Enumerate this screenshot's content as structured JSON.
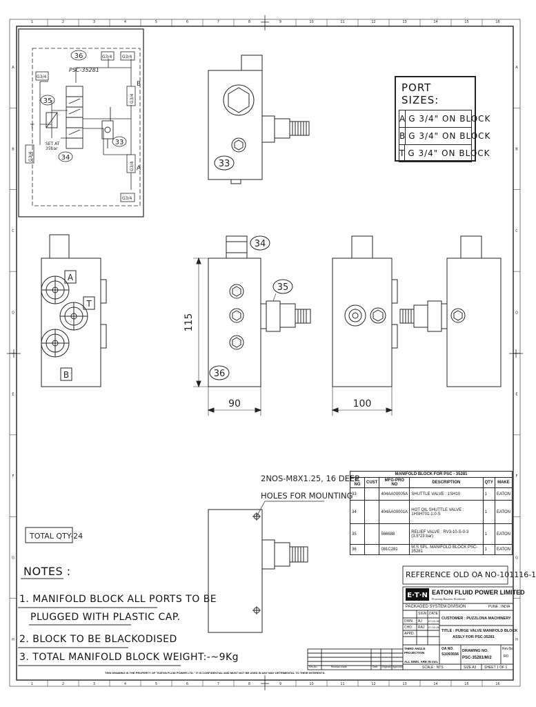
{
  "schematic": {
    "ref_label": "36",
    "psc_label": "PSC-35281",
    "port_size_labels": [
      "G3/4",
      "G3/4",
      "G3/4",
      "G3/4",
      "G3/4",
      "G3/4",
      "G3/4"
    ],
    "port_letters": {
      "b": "B",
      "a": "A",
      "t": "T"
    },
    "item_labels": {
      "relief": "35",
      "shuttle_hot": "34",
      "shuttle": "33"
    },
    "set_at_line1": "SET AT",
    "set_at_line2": "35bar"
  },
  "port_sizes": {
    "title": "PORT SIZES:",
    "rows": [
      {
        "port": "A",
        "value": "G 3/4\" ON BLOCK"
      },
      {
        "port": "B",
        "value": "G 3/4\" ON BLOCK"
      },
      {
        "port": "T",
        "value": "G 3/4\" ON BLOCK"
      }
    ]
  },
  "views": {
    "left_ports": {
      "a": "A",
      "t": "T",
      "b": "B"
    },
    "balloons": {
      "top_view": "33",
      "front_34": "34",
      "front_35": "35",
      "front_36": "36"
    },
    "dimensions": {
      "height": "115",
      "width_front": "90",
      "width_side": "100"
    },
    "mounting_note_line1": "2NOS-M8X1.25, 16 DEEP",
    "mounting_note_line2": "HOLES FOR MOUNTING"
  },
  "bom": {
    "caption": "MANIFOLD BLOCK FOR PSC - 35281",
    "headers": [
      "SL NO",
      "CUST",
      "MFG-PRO NO",
      "DESCRIPTION",
      "QTY",
      "MAKE"
    ],
    "rows": [
      {
        "sl": "33",
        "cust": "",
        "mfg": "404AA00005A",
        "desc": "SHUTTLE VALVE : 1SH10",
        "qty": "1",
        "make": "EATON"
      },
      {
        "sl": "34",
        "cust": "",
        "mfg": "404AA00001A",
        "desc": "HOT OIL SHUTTLE VALVE : 1HSH701-1.0-S",
        "qty": "1",
        "make": "EATON"
      },
      {
        "sl": "35",
        "cust": "",
        "mfg": "566688",
        "desc": "RELIEF VALVE : RV3-10-S-0-3  (3.5*23 bar)",
        "qty": "1",
        "make": "EATON"
      },
      {
        "sl": "36",
        "cust": "",
        "mfg": "081C281",
        "desc": "M.S SPL. MANIFOLD BLOCK  PSC-35281",
        "qty": "1",
        "make": "EATON"
      }
    ]
  },
  "total_qty": "TOTAL QTY-24",
  "notes": {
    "title": "NOTES :",
    "items": [
      "1. MANIFOLD BLOCK ALL PORTS TO BE",
      "PLUGGED WITH PLASTIC CAP.",
      "2. BLOCK TO BE BLACKODISED",
      "3. TOTAL MANIFOLD BLOCK WEIGHT:-~9Kg"
    ]
  },
  "title_block": {
    "reference": "REFERENCE OLD OA NO-101116-1",
    "logo": "E·T·N",
    "company": "EATON FLUID POWER LIMITED",
    "tagline": "Powering Business Worldwide",
    "division": "PACKAGED SYSTEM DIVISION",
    "city": "PUNE , INDIA",
    "customer": "CUSTOMER : PUZZLONA MACHINERY",
    "title_line1": "TITLE : PURGE VALVE MANIFOLD BLOCK",
    "title_line2": "ASSLY FOR PSC-35281",
    "drawing_no_label": "DRAWING NO.",
    "drawing_no": "PSC-35281/M/2",
    "oa_label": "OA NO.",
    "oa_no": "S1093556",
    "rev_label": "Rev.No",
    "rev": "R0",
    "projection": "THIRD ANGLE PROJECTION",
    "dims_in": "ALL DIMS. ARE IN mm.",
    "scale": "SCALE : NTS",
    "size": "SIZE  A3",
    "sheet": "SHEET 1 OF 1",
    "dwn": "DWN.",
    "chd": "CHD.",
    "appd": "APPD.",
    "sign_label": "SIGN",
    "date_label": "DATE",
    "dwn_sign": "AJ",
    "chd_sign": "RAJ",
    "dwn_date": "07.03.18",
    "chd_date": "07.03.18",
    "rev_headers": [
      "Rev.No",
      "Revision made",
      "Date",
      "Originator",
      "Approved"
    ],
    "confidential": "THIS DRAWING IS THE PROPERTY OF \"EATON FLUID POWER LTD.\"   IT IS CONFIDENTIAL AND MUST NOT BE USED IN ANY WAY DETRIMENTAL TO THEIR INTERESTS."
  },
  "border": {
    "col_marks": [
      "1",
      "2",
      "3",
      "4",
      "5",
      "6",
      "7",
      "8",
      "9",
      "10",
      "11",
      "12",
      "13",
      "14",
      "15",
      "16"
    ],
    "row_marks": [
      "A",
      "B",
      "C",
      "D",
      "E",
      "F",
      "G",
      "H"
    ]
  }
}
